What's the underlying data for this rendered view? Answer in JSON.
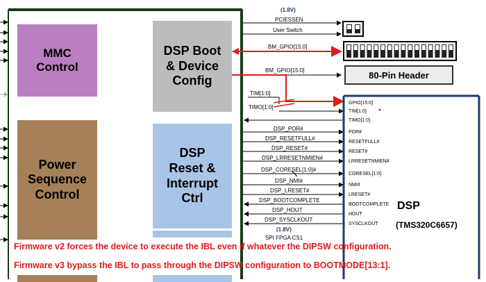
{
  "blocks": {
    "mmc": [
      "MMC",
      "Control"
    ],
    "power": [
      "Power",
      "Sequence",
      "Control"
    ],
    "boot": [
      "DSP Boot",
      "& Device",
      "Config"
    ],
    "reset": [
      "DSP",
      "Reset &",
      "Interrupt",
      "Ctrl"
    ]
  },
  "signals": {
    "voltage_top": "(1.8V)",
    "pciessen": "PCIESSEN",
    "user_switch": "User Switch",
    "bm_gpio_1": "BM_GPIO[15:0]",
    "bm_gpio_2": "BM_GPIO[15:0]",
    "tim": "TIM[1:0]",
    "timo": "TIMO[1:0]",
    "dsp_por": "DSP_POR#",
    "dsp_resetfull": "DSP_RESETFULL#",
    "dsp_reset": "DSP_RESET#",
    "dsp_lrresetnmien": "DSP_LRRESETNMIEN#",
    "dsp_coresel": "DSP_CORESEL[1:0]#",
    "dsp_nmi": "DSP_NMI#",
    "dsp_lreset": "DSP_LRESET#",
    "dsp_bootcomplete": "DSP_BOOTCOMPLETE",
    "dsp_hout": "DSP_HOUT",
    "dsp_sysclkout": "DSP_SYSCLKOUT",
    "voltage_bottom": "(1.8V)",
    "spi_partial": "SPI   FPGA   CS1"
  },
  "header": {
    "label": "80-Pin Header"
  },
  "dsp": {
    "title": "DSP",
    "part": "(TMS320C6657)",
    "pins": [
      "GPIO[15:0]",
      "TIM[1:0]",
      "TIMO[1:0]",
      "POR#",
      "RESETFULL#",
      "RESET#",
      "LRRESETNMIEN#",
      "CORESEL[1:0]",
      "NMI#",
      "LRESET#",
      "BOOTCOMPLETE",
      "HOUT",
      "SYSCLKOUT"
    ]
  },
  "notes": [
    "Firmware v2 forces the device to execute the IBL even if whatever the DIPSW configuration.",
    "Firmware v3 bypass the IBL to pass through the DIPSW configuration to BOOTMODE[13:1]."
  ],
  "colors": {
    "fpga_border": "#1a3a1a",
    "dsp_border": "#1f3a6e",
    "highlight": "#e11b1b",
    "mmc": "#b97fc0",
    "power": "#a58058",
    "boot": "#bcbcbc",
    "reset": "#a8c4e6"
  }
}
